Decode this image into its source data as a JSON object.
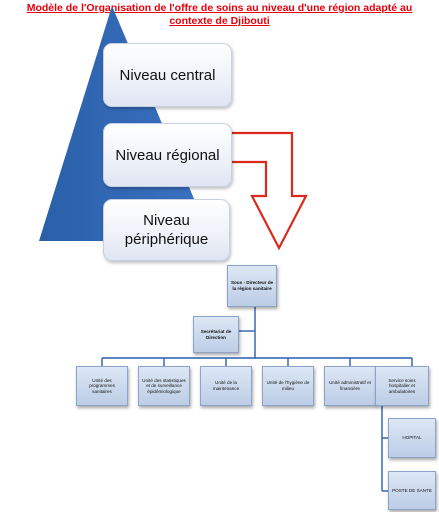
{
  "title_line1": "Modèle de l'Organisation de l'offre de soins au niveau d'une région adapté au",
  "title_line2": "contexte de Djibouti",
  "levels": [
    "Niveau central",
    "Niveau régional",
    "Niveau périphérique"
  ],
  "colors": {
    "pyramid": "#2a5fa8",
    "arrow": "#d92a1c",
    "title": "#e8000b",
    "connector": "#2a5fa8"
  },
  "org": {
    "director": "Sous - Directeur de la région sanitaire",
    "secretariat": "Secrétariat de Direction",
    "units": [
      "Unité des programmes sanitaires",
      "Unité des statistiques et de surveillance épidémiologique",
      "Unité de la maintenance",
      "Unité de l'hygiène de milieu",
      "Unité administratif et financière",
      "Service soins hospitalier et ambulatoires"
    ],
    "sub_units": [
      "HOPITAL",
      "POSTE DE SANTE"
    ]
  }
}
